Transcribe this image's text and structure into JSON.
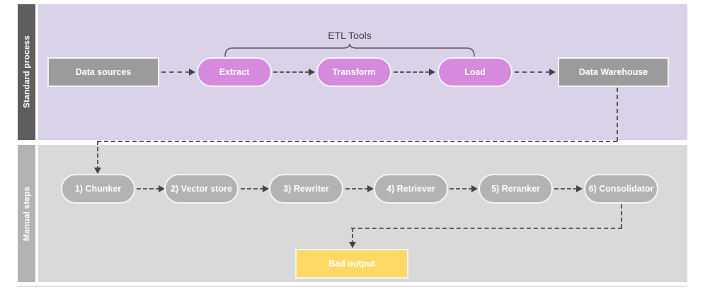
{
  "diagram": {
    "lanes": [
      {
        "id": "standard",
        "label": "Standard process"
      },
      {
        "id": "manual",
        "label": "Manual steps"
      }
    ],
    "annotations": [
      {
        "id": "etl-tools",
        "label": "ETL Tools"
      }
    ],
    "standard_process": {
      "nodes": [
        {
          "id": "data-sources",
          "label": "Data sources",
          "shape": "rect",
          "color": "#9b9b9b"
        },
        {
          "id": "extract",
          "label": "Extract",
          "shape": "pill",
          "color": "#d68ade"
        },
        {
          "id": "transform",
          "label": "Transform",
          "shape": "pill",
          "color": "#d68ade"
        },
        {
          "id": "load",
          "label": "Load",
          "shape": "pill",
          "color": "#d68ade"
        },
        {
          "id": "data-warehouse",
          "label": "Data Warehouse",
          "shape": "rect",
          "color": "#9b9b9b"
        }
      ]
    },
    "manual_steps": {
      "nodes": [
        {
          "id": "chunker",
          "label": "1) Chunker",
          "shape": "pill",
          "color": "#b3b3b3"
        },
        {
          "id": "vector-store",
          "label": "2) Vector store",
          "shape": "pill",
          "color": "#b3b3b3"
        },
        {
          "id": "rewriter",
          "label": "3) Rewriter",
          "shape": "pill",
          "color": "#b3b3b3"
        },
        {
          "id": "retriever",
          "label": "4) Retriever",
          "shape": "pill",
          "color": "#b3b3b3"
        },
        {
          "id": "reranker",
          "label": "5) Reranker",
          "shape": "pill",
          "color": "#b3b3b3"
        },
        {
          "id": "consolidator",
          "label": "6) Consolidator",
          "shape": "pill",
          "color": "#b3b3b3"
        }
      ],
      "outcome": {
        "id": "bad-output",
        "label": "Bad output",
        "shape": "rect",
        "color": "#ffd966"
      }
    },
    "colors": {
      "lane_top_band": "#5e5e5e",
      "lane_top_body": "#d9d2e9",
      "lane_bottom_band": "#b3b3b3",
      "lane_bottom_body": "#d9d9d9",
      "connector": "#595959",
      "node_stroke": "#f4f4f4",
      "node_text": "#ffffff",
      "annotation_text": "#434343"
    }
  }
}
